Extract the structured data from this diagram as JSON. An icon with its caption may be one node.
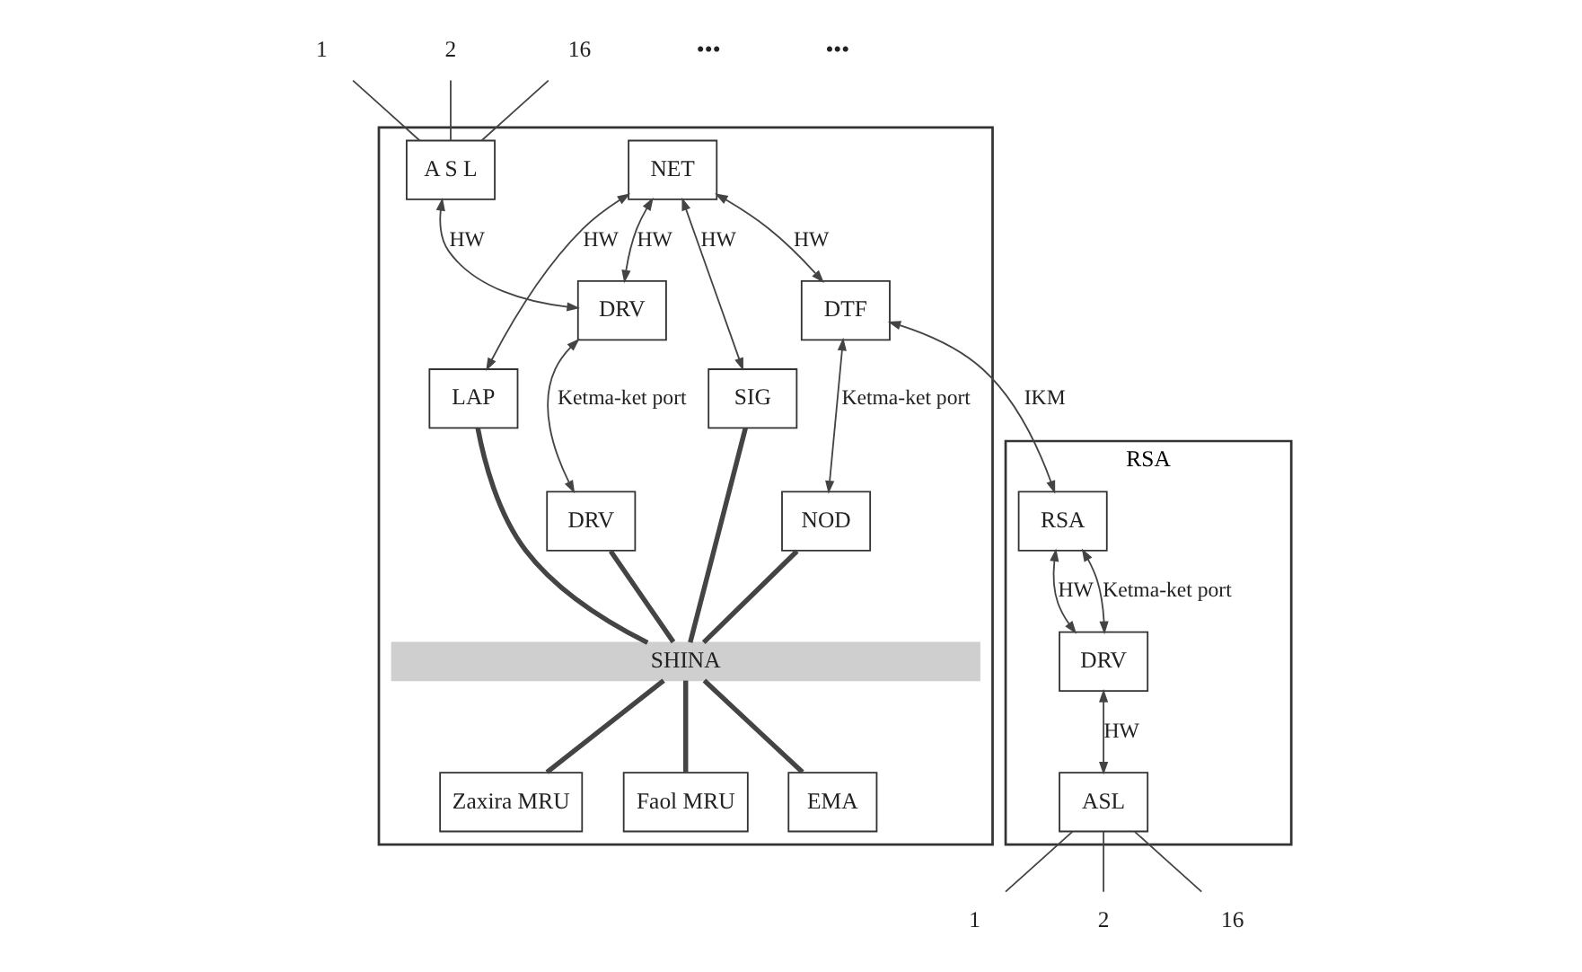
{
  "diagram": {
    "nodes": [
      {
        "text": [],
        "shape": "box"
      },
      {
        "text": [
          "NET"
        ],
        "in": 0
      },
      {
        "text": [
          "A S L"
        ],
        "in": 0
      },
      {
        "text": [
          "DRV"
        ],
        "in": 0
      },
      {
        "text": [
          "LAP"
        ],
        "in": 0
      },
      {
        "text": [
          "DTF"
        ],
        "in": 0
      },
      {
        "text": [
          "DRV"
        ],
        "in": 0
      },
      {
        "text": [
          "SIG"
        ],
        "in": 0
      },
      {
        "text": [
          "NOD"
        ],
        "in": 0
      },
      {
        "text": [
          "SHINA"
        ],
        "in": 0
      },
      {
        "text": [
          "Faol MRU"
        ],
        "in": 0
      },
      {
        "text": [
          "EMA"
        ],
        "in": 0
      },
      {
        "text": [
          "Zaxira MRU"
        ],
        "in": 0
      },
      {
        "text": [
          "RSA"
        ]
      },
      {
        "text": [
          "RSA"
        ],
        "in": 13
      },
      {
        "text": [
          "DRV"
        ],
        "in": 13
      },
      {
        "text": [
          "ASL"
        ],
        "in": 13
      },
      {
        "text": [
          "1"
        ]
      },
      {
        "text": [
          "2"
        ]
      },
      {
        "text": [
          "16"
        ]
      },
      {
        "text": [
          "1"
        ]
      },
      {
        "text": [
          "2"
        ]
      },
      {
        "text": [
          "16"
        ]
      }
    ],
    "edges": [
      {
        "from": 1,
        "to": 3,
        "arrow": "both",
        "label": "HW"
      },
      {
        "from": 1,
        "to": 7,
        "arrow": "both",
        "label": "HW"
      },
      {
        "from": 1,
        "to": 4,
        "arrow": "both",
        "label": "HW"
      },
      {
        "from": 1,
        "to": 5,
        "arrow": "both",
        "label": "HW"
      },
      {
        "from": 2,
        "to": 3,
        "arrow": "both",
        "label": "HW"
      },
      {
        "from": 3,
        "to": 6,
        "arrow": "both",
        "label": "Ketma-ket port"
      },
      {
        "from": 5,
        "to": 8,
        "arrow": "both",
        "label": "Ketma-ket port"
      },
      {
        "from": 5,
        "to": 14,
        "arrow": "both",
        "label": "IKM"
      },
      {
        "from": 14,
        "to": 15,
        "arrow": "both",
        "label": "HW"
      },
      {
        "from": 14,
        "to": 15,
        "arrow": "both",
        "label": "Ketma-ket port"
      },
      {
        "from": 15,
        "to": 16,
        "arrow": "both",
        "label": "HW"
      },
      {
        "from": 6,
        "to": 9,
        "arrow": "none",
        "style": "thick"
      },
      {
        "from": 7,
        "to": 9,
        "arrow": "none",
        "style": "thick"
      },
      {
        "from": 4,
        "to": 9,
        "arrow": "none",
        "style": "thick"
      },
      {
        "from": 8,
        "to": 9,
        "arrow": "none",
        "style": "thick"
      },
      {
        "from": 9,
        "to": 10,
        "arrow": "none",
        "style": "thick"
      },
      {
        "from": 9,
        "to": 11,
        "arrow": "none",
        "style": "thick"
      },
      {
        "from": 9,
        "to": 12,
        "arrow": "none",
        "style": "thick"
      },
      {
        "from": 17,
        "to": 2,
        "arrow": "none"
      },
      {
        "from": 18,
        "to": 2,
        "arrow": "none"
      },
      {
        "from": 19,
        "to": 2,
        "arrow": "none"
      },
      {
        "from": 16,
        "to": 20,
        "arrow": "none"
      },
      {
        "from": 16,
        "to": 21,
        "arrow": "none"
      },
      {
        "from": 16,
        "to": 22,
        "arrow": "none"
      }
    ],
    "labels": [
      "•••",
      "•••"
    ]
  }
}
